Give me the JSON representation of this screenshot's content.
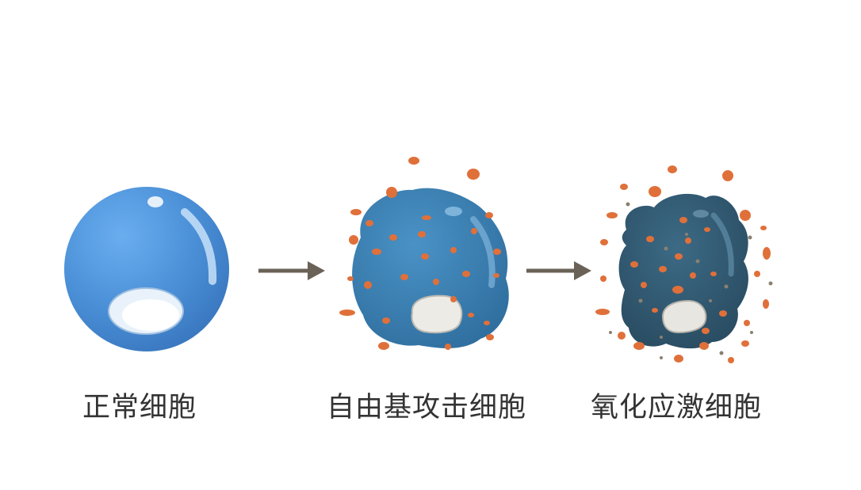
{
  "colors": {
    "background": "#ffffff",
    "normal_cell": "#4a8fd6",
    "attacked_cell": "#3a7cb0",
    "stressed_cell": "#2f5770",
    "nucleus": "#f2f2f0",
    "radical_orange": "#e0703a",
    "arrow": "#6b6257",
    "label_text": "#333333"
  },
  "stages": [
    {
      "label": "正常细胞"
    },
    {
      "label": "自由基攻击细胞"
    },
    {
      "label": "氧化应激细胞"
    }
  ],
  "arrows": [
    {
      "from": 0,
      "to": 1,
      "icon": "arrow-right-icon"
    },
    {
      "from": 1,
      "to": 2,
      "icon": "arrow-right-icon"
    }
  ]
}
